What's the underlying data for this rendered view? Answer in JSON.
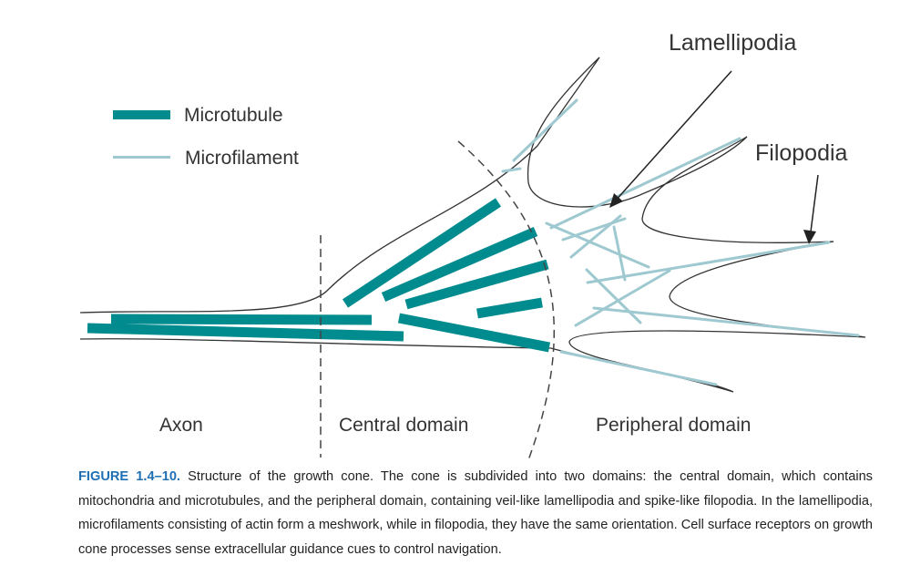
{
  "legend": {
    "items": [
      {
        "label": "Microtubule"
      },
      {
        "label": "Microfilament"
      }
    ]
  },
  "callouts": {
    "lamellipodia": "Lamellipodia",
    "filopodia": "Filopodia"
  },
  "domains": {
    "axon": "Axon",
    "central": "Central domain",
    "peripheral": "Peripheral domain"
  },
  "caption": {
    "label": "FIGURE 1.4–10.",
    "text": "Structure of the growth cone. The cone is subdivided into two domains: the central domain, which contains mitochondria and microtubules, and the peripheral domain, containing veil-like lamellipodia and spike-like filopodia. In the lamellipodia, microfilaments consisting of actin form a meshwork, while in filopodia, they have the same orientation. Cell surface receptors on growth cone processes sense extracellular guidance cues to control navigation."
  },
  "colors": {
    "microtubule": "#008b8f",
    "microfilament": "#9fc9d0",
    "outline": "#333333",
    "caption_label": "#1f6fb5"
  }
}
